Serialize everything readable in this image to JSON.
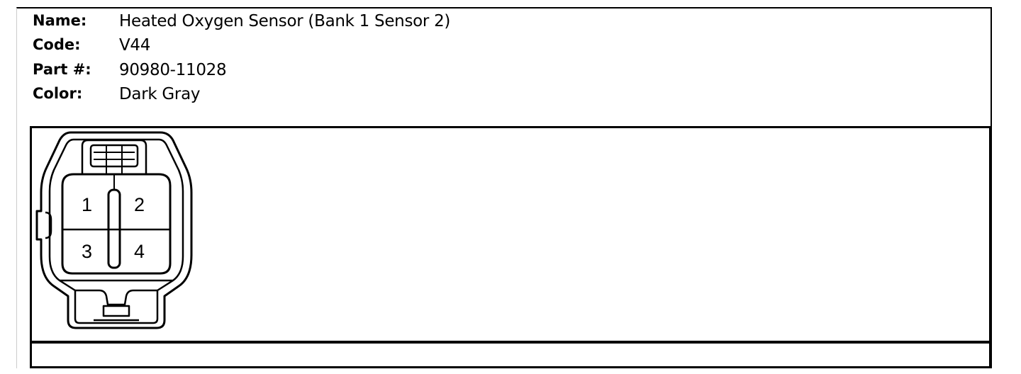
{
  "connector": {
    "name_label": "Name:",
    "name_value": "Heated Oxygen Sensor (Bank 1 Sensor 2)",
    "code_label": "Code:",
    "code_value": "V44",
    "part_label": "Part #:",
    "part_value": "90980-11028",
    "color_label": "Color:",
    "color_value": "Dark Gray"
  },
  "pins": [
    "1",
    "2",
    "3",
    "4"
  ]
}
